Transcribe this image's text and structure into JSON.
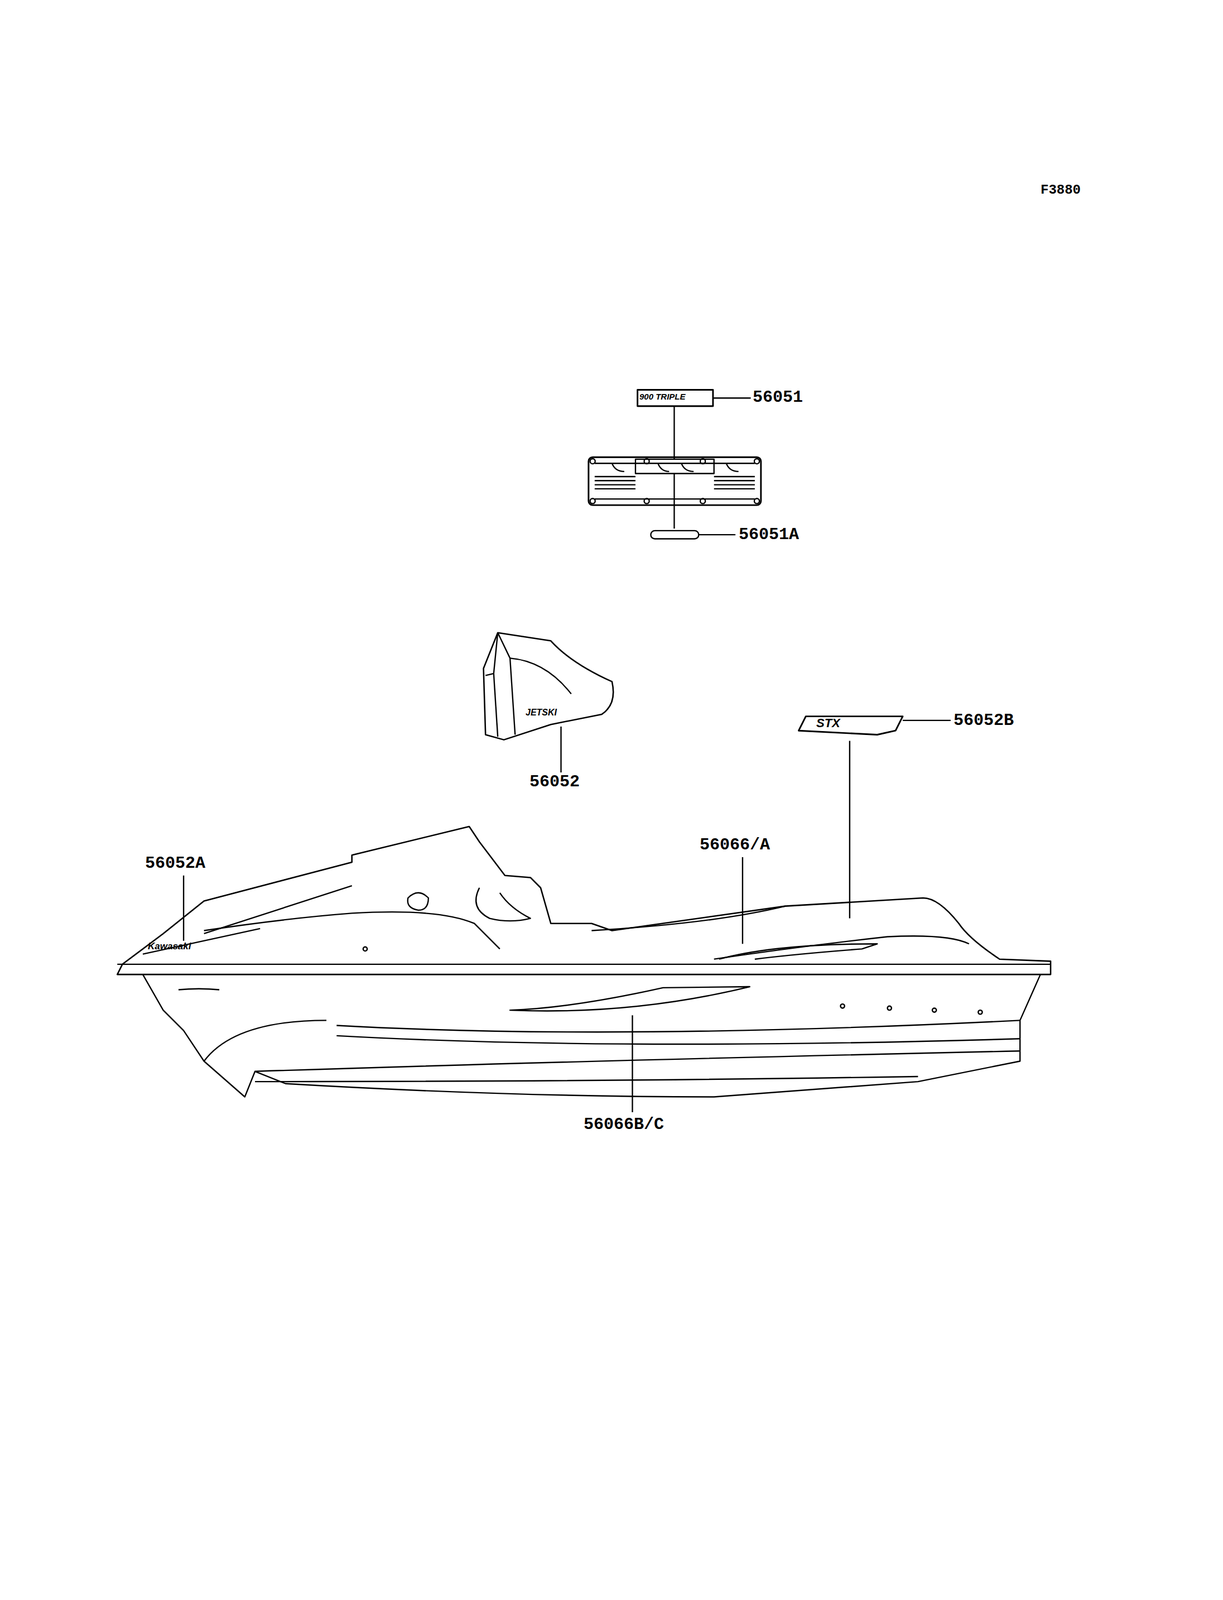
{
  "diagram": {
    "labels": [
      "F3880",
      "56051",
      "56051A",
      "56052",
      "56052B",
      "56052A",
      "56066/A",
      "56066B/C",
      "900 TRIPLE",
      "JETSKI",
      "STX",
      "Kawasaki"
    ]
  }
}
